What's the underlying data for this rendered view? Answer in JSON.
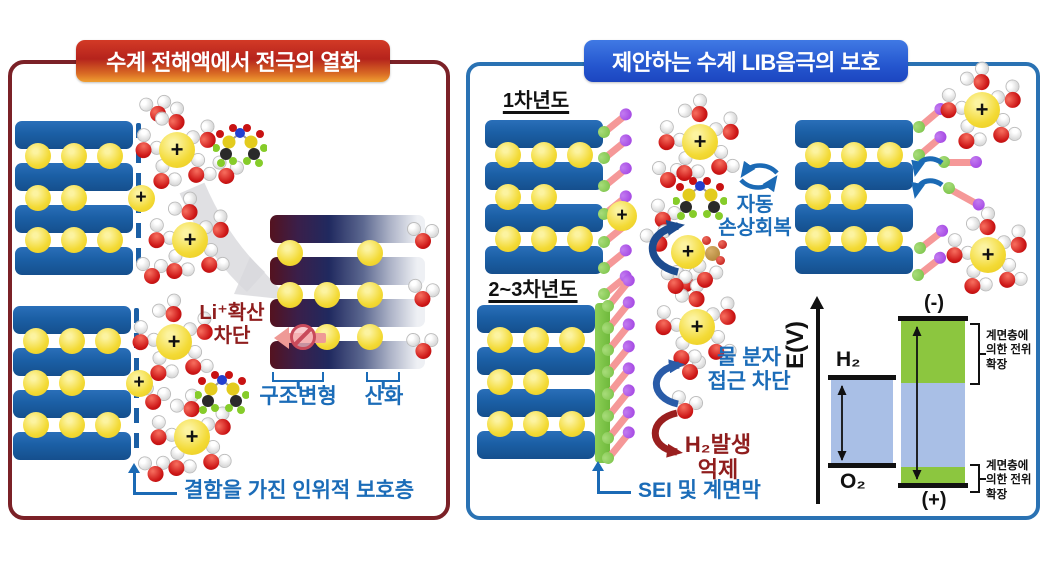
{
  "ion_label": "+",
  "left_panel": {
    "title": "수계 전해액에서 전극의 열화",
    "li_block_line1": "Li⁺확산",
    "li_block_line2": "차단",
    "deform_label": "구조변형",
    "oxidation_label": "산화",
    "defect_layer_label": "결함을 가진 인위적 보호층"
  },
  "right_panel": {
    "title": "제안하는 수계 LIB음극의 보호",
    "year1_label": "1차년도",
    "year2_3_label": "2~3차년도",
    "auto_recovery_line1": "자동",
    "auto_recovery_line2": "손상회복",
    "water_block_line1": "물 분자",
    "water_block_line2": "접근 차단",
    "h2_suppression_line1": "H₂발생",
    "h2_suppression_line2": "억제",
    "sei_label": "SEI 및 계면막"
  },
  "energy_diagram": {
    "axis_label": "E(V)",
    "h2_level_label": "H₂",
    "o2_level_label": "O₂",
    "negative_electrode_label": "(-)",
    "positive_electrode_label": "(+)",
    "top_bracket_line1": "계면층에",
    "top_bracket_line2": "의한 전위",
    "top_bracket_line3": "확장",
    "bottom_bracket_line1": "계면층에",
    "bottom_bracket_line2": "의한 전위",
    "bottom_bracket_line3": "확장"
  },
  "colors": {
    "left_panel_border": "#7b2127",
    "right_panel_border": "#2a72b3",
    "electrode_blue": "#1b5fa5",
    "ion_yellow": "#f2d832",
    "label_blue": "#1b6cb8",
    "label_dark_red": "#8f1d1d",
    "ligand_green": "#76c043",
    "ligand_purple": "#9d3be0",
    "ligand_pink": "#f59898",
    "sei_green": "#7dc142",
    "energy_bar_blue": "#a9bfe6",
    "energy_bar_green": "#8cc63f"
  }
}
